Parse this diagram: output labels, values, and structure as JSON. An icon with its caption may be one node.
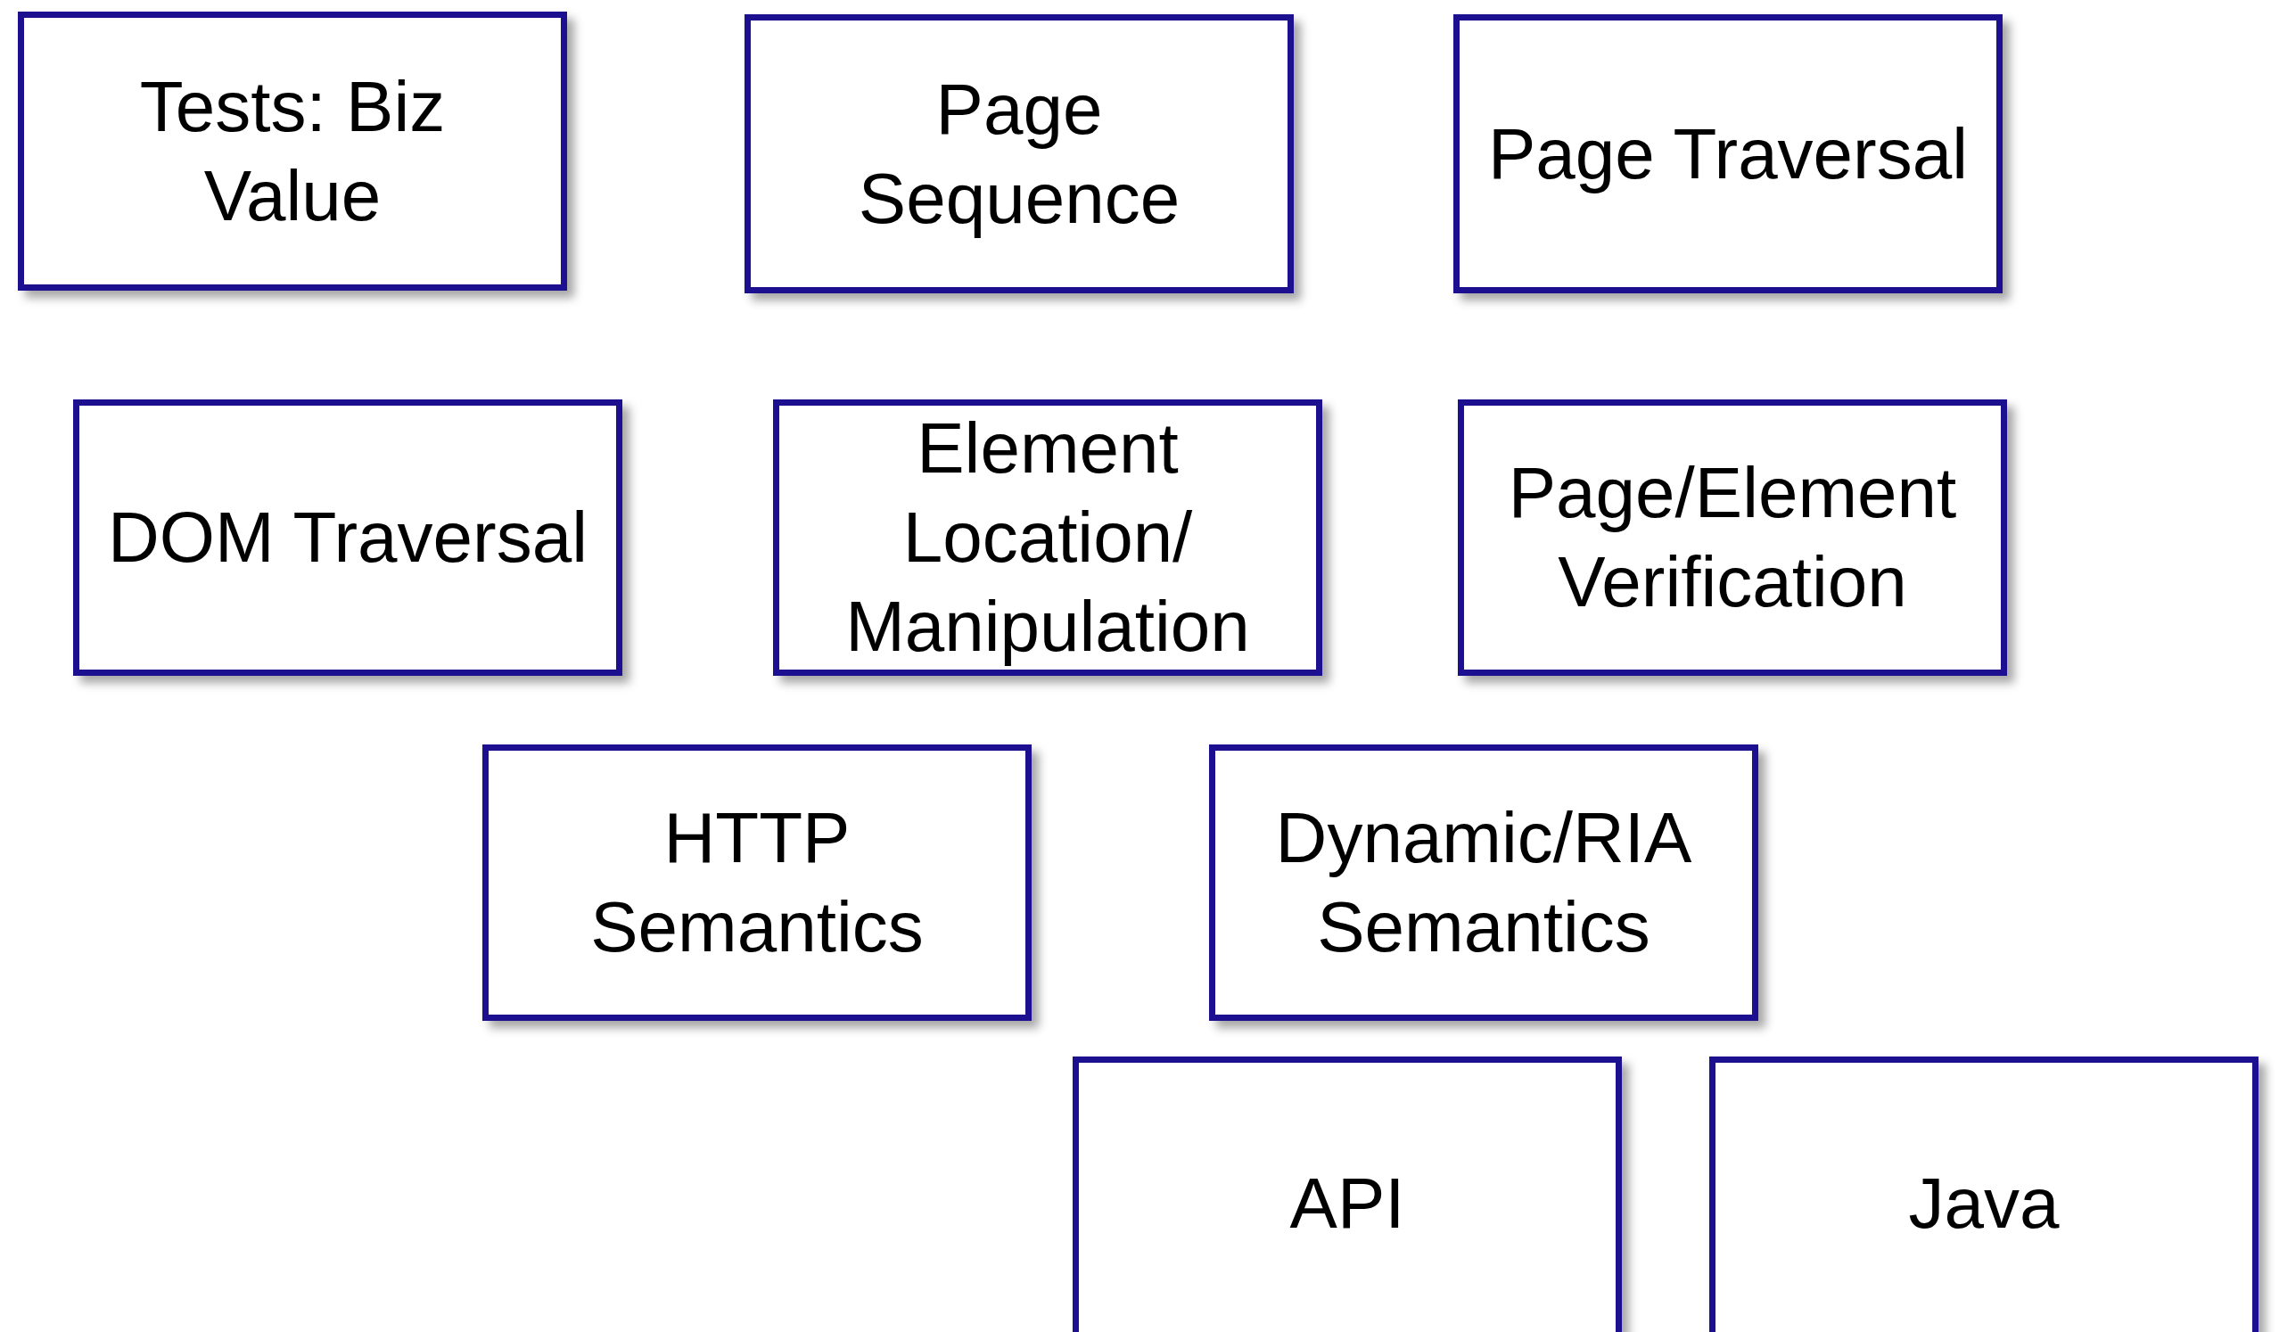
{
  "diagram": {
    "nodes": [
      {
        "text": [
          "Tests: Biz Value"
        ]
      },
      {
        "text": [
          "Page Sequence"
        ]
      },
      {
        "text": [
          "Page Traversal"
        ]
      },
      {
        "text": [
          "DOM Traversal"
        ]
      },
      {
        "text": [
          "Element Location/ Manipulation"
        ]
      },
      {
        "text": [
          "Page/Element Verification"
        ]
      },
      {
        "text": [
          "HTTP Semantics"
        ]
      },
      {
        "text": [
          "Dynamic/RIA Semantics"
        ]
      },
      {
        "text": [
          "API"
        ]
      },
      {
        "text": [
          "Java"
        ]
      }
    ]
  }
}
